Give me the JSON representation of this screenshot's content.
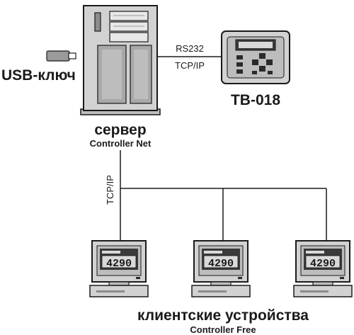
{
  "labels": {
    "usb_key": "USB-ключ",
    "server": "сервер",
    "server_sub": "Controller Net",
    "link_rs232": "RS232",
    "link_tcpip_top": "TCP/IP",
    "terminal": "TB-018",
    "network_tcpip": "TCP/IP",
    "clients": "клиентские устройства",
    "clients_sub": "Controller Free"
  },
  "client_display_value": "4290",
  "colors": {
    "outline": "#1a1a1a",
    "body_light": "#e2e2e2",
    "body_mid": "#bdbdbd",
    "body_dark": "#8c8c8c",
    "screen_dark": "#3a3a3a",
    "screen_lcd": "#d9d9d9"
  }
}
